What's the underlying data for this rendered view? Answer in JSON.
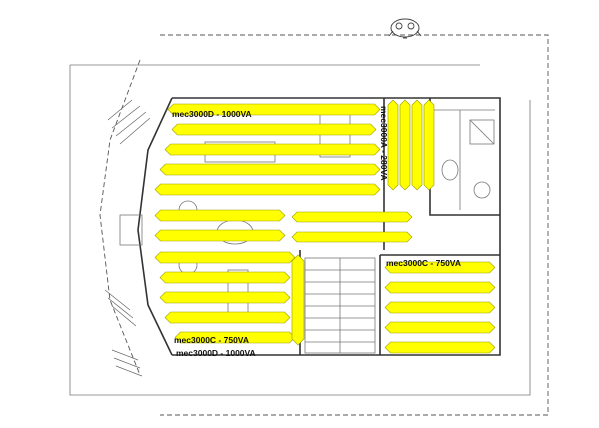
{
  "zones": [
    {
      "id": "zone-a",
      "label": "mec3000A - 280VA",
      "vertical": true
    },
    {
      "id": "zone-b",
      "label": "mec3000D - 1000VA",
      "vertical": false
    },
    {
      "id": "zone-c",
      "label": "mec3000C - 750VA",
      "vertical": false
    },
    {
      "id": "zone-d",
      "label": "mec3000C - 750VA",
      "vertical": false
    },
    {
      "id": "zone-e",
      "label": "mec3000D - 1000VA",
      "vertical": false
    }
  ],
  "colors": {
    "heating_mat": "#ffff00",
    "walls": "#333333",
    "background": "#ffffff"
  },
  "icons": {
    "site_symbol": "car-icon"
  }
}
